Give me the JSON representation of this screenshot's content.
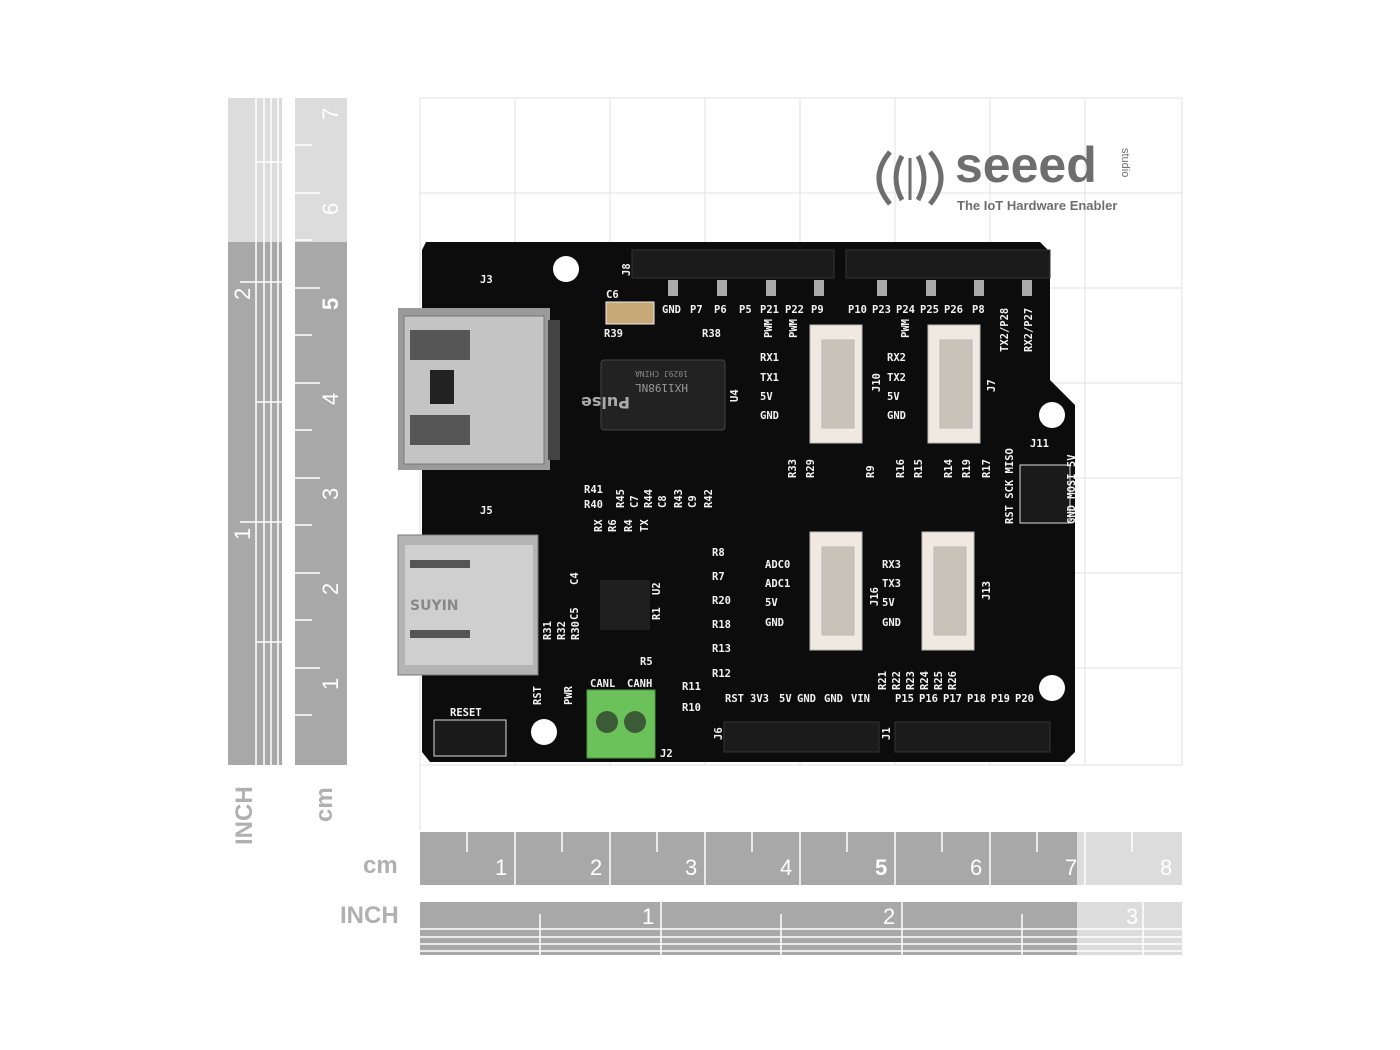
{
  "logo": {
    "brand": "seeed",
    "sub": "studio",
    "tagline": "The IoT Hardware Enabler"
  },
  "rulers": {
    "vertical_inch_title": "INCH",
    "vertical_cm_title": "cm",
    "vertical_inch_labels": [
      "1",
      "2"
    ],
    "vertical_cm_labels": [
      "1",
      "2",
      "3",
      "4",
      "5",
      "6",
      "7"
    ],
    "horizontal_cm_title": "cm",
    "horizontal_inch_title": "INCH",
    "horizontal_cm_labels": [
      "1",
      "2",
      "3",
      "4",
      "5",
      "6",
      "7",
      "8"
    ],
    "horizontal_inch_labels": [
      "1",
      "2",
      "3"
    ]
  },
  "board": {
    "top_header_label": "J8",
    "top_pins": [
      "GND",
      "P7",
      "P6",
      "P5",
      "P21",
      "P22",
      "P9",
      "P10",
      "P23",
      "P24",
      "P25",
      "P26",
      "P8"
    ],
    "pwm": "PWM",
    "tx2": "TX2/P28",
    "rx2": "RX2/P27",
    "j10": {
      "name": "J10",
      "pins": [
        "RX1",
        "TX1",
        "5V",
        "GND"
      ]
    },
    "j7": {
      "name": "J7",
      "pins": [
        "RX2",
        "TX2",
        "5V",
        "GND"
      ]
    },
    "j16": {
      "name": "J16",
      "pins": [
        "ADC0",
        "ADC1",
        "5V",
        "GND"
      ]
    },
    "j13": {
      "name": "J13",
      "pins": [
        "RX3",
        "TX3",
        "5V",
        "GND"
      ]
    },
    "j11": {
      "name": "J11",
      "pins": "RST SCK MISO",
      "pins2": "GND MOSI 5V"
    },
    "j3": "J3",
    "j5": "J5",
    "j2": "J2",
    "j6": "J6",
    "j1": "J1",
    "u4": "U4",
    "u2": "U2",
    "transformer": {
      "brand": "Pulse",
      "part": "HX1198NL",
      "code": "1029J CHINA"
    },
    "usb_brand": "SUYIN",
    "reset": "RESET",
    "canl": "CANL",
    "canh": "CANH",
    "bottom_left_pins": [
      "RST",
      "3V3",
      "5V",
      "GND",
      "GND",
      "VIN"
    ],
    "bottom_right_pins": [
      "P15",
      "P16",
      "P17",
      "P18",
      "P19",
      "P20"
    ],
    "resistors_mid": [
      "R8",
      "R7",
      "R20",
      "R18",
      "R13",
      "R12",
      "R11",
      "R10"
    ],
    "leds": [
      "RX",
      "R6",
      "R4",
      "TX"
    ],
    "rst_led": "RST",
    "pwr_led": "PWR",
    "small": [
      "C6",
      "R39",
      "R38",
      "C4",
      "C5",
      "R1",
      "R5",
      "R31",
      "R32",
      "R30",
      "R41",
      "R40",
      "R45",
      "C7",
      "R44",
      "C8",
      "R43",
      "C9",
      "R42",
      "R33",
      "R29",
      "R9",
      "R16",
      "R15",
      "R14",
      "R19",
      "R17",
      "R21",
      "R22",
      "R23",
      "R24",
      "R25",
      "R26"
    ]
  }
}
